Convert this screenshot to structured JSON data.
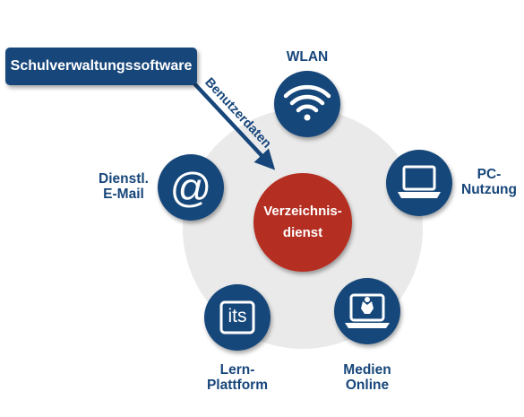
{
  "source": {
    "label": "Schulverwaltungssoftware"
  },
  "arrow": {
    "label": "Benutzerdaten"
  },
  "center": {
    "line1": "Verzeichnis-",
    "line2": "dienst"
  },
  "nodes": [
    {
      "id": "wlan",
      "line1": "WLAN",
      "line2": "",
      "icon": "wifi-icon"
    },
    {
      "id": "pc",
      "line1": "PC-",
      "line2": "Nutzung",
      "icon": "laptop-icon"
    },
    {
      "id": "medien",
      "line1": "Medien",
      "line2": "Online",
      "icon": "media-laptop-icon"
    },
    {
      "id": "lern",
      "line1": "Lern-",
      "line2": "Plattform",
      "icon": "its-logo-icon"
    },
    {
      "id": "email",
      "line1": "Dienstl.",
      "line2": "E-Mail",
      "icon": "at-sign-icon"
    }
  ],
  "colors": {
    "navy": "#17467a",
    "center_red": "#b52e22",
    "ring_gray": "#eaeaea",
    "white": "#ffffff"
  }
}
